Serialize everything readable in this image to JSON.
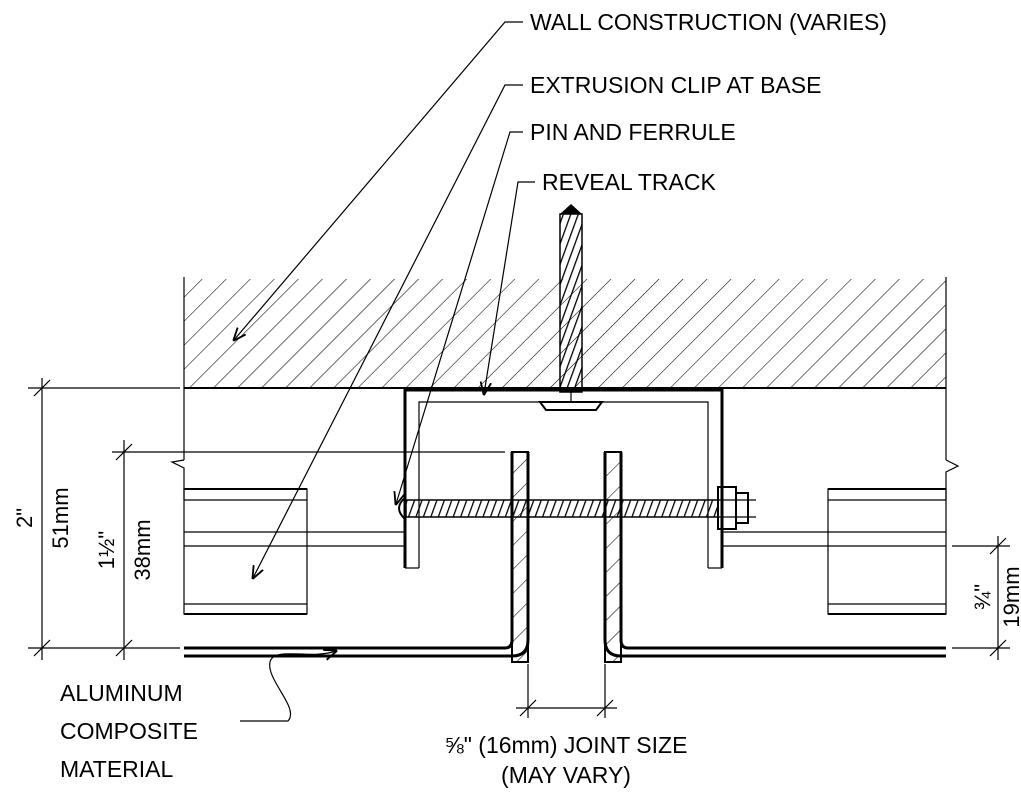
{
  "labels": {
    "wall": "WALL CONSTRUCTION (VARIES)",
    "clip": "EXTRUSION CLIP AT BASE",
    "pin": "PIN AND FERRULE",
    "track": "REVEAL TRACK",
    "acm_line1": "ALUMINUM",
    "acm_line2": "COMPOSITE",
    "acm_line3": "MATERIAL",
    "joint_line1": "⅝\" (16mm) JOINT SIZE",
    "joint_line2": "(MAY VARY)"
  },
  "dimensions": {
    "overall_in": "2\"",
    "overall_mm": "51mm",
    "middle_in": "1½\"",
    "middle_mm": "38mm",
    "small_in": "¾\"",
    "small_mm": "19mm"
  },
  "colors": {
    "line": "#000000",
    "background": "#ffffff"
  }
}
